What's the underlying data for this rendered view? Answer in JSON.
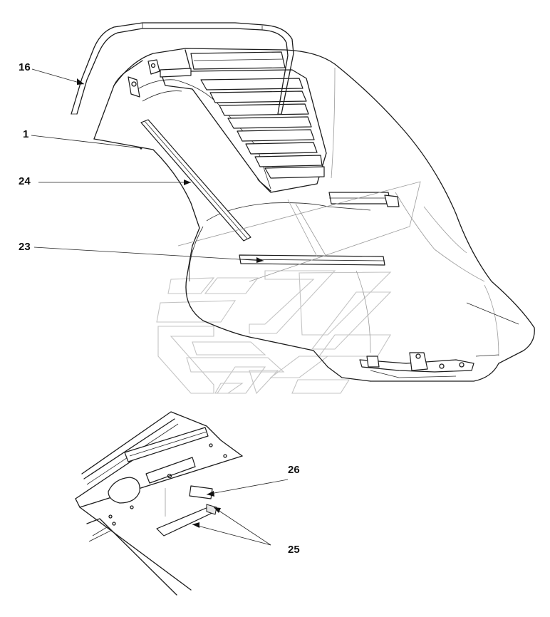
{
  "callouts": {
    "c16": "16",
    "c1": "1",
    "c24": "24",
    "c23": "23",
    "c26": "26",
    "c25": "25"
  }
}
